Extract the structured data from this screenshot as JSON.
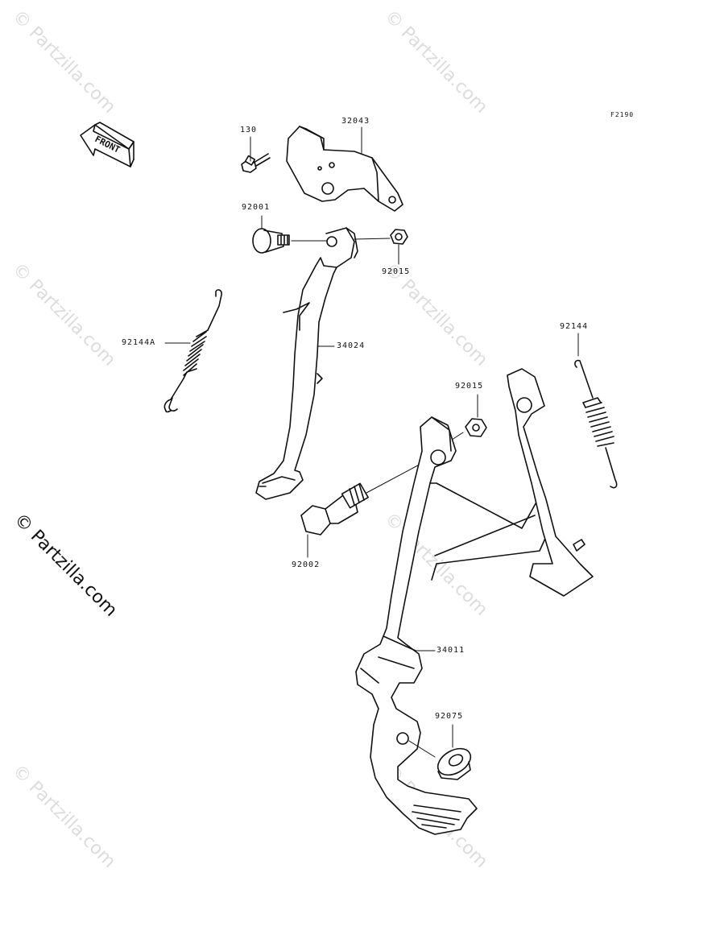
{
  "diagram_code": "F2190",
  "front_label": "FRONT",
  "watermarks": [
    "© Partzilla.com",
    "© Partzilla.com",
    "© Partzilla.com",
    "© Partzilla.com",
    "© Partzilla.com",
    "© Partzilla.com",
    "© Partzilla.com"
  ],
  "copyright": "© Partzilla.com",
  "parts": [
    {
      "id": "130"
    },
    {
      "id": "32043"
    },
    {
      "id": "92001"
    },
    {
      "id": "92015"
    },
    {
      "id": "92144A"
    },
    {
      "id": "34024"
    },
    {
      "id": "92144"
    },
    {
      "id": "92015"
    },
    {
      "id": "92002"
    },
    {
      "id": "34011"
    },
    {
      "id": "92075"
    }
  ]
}
